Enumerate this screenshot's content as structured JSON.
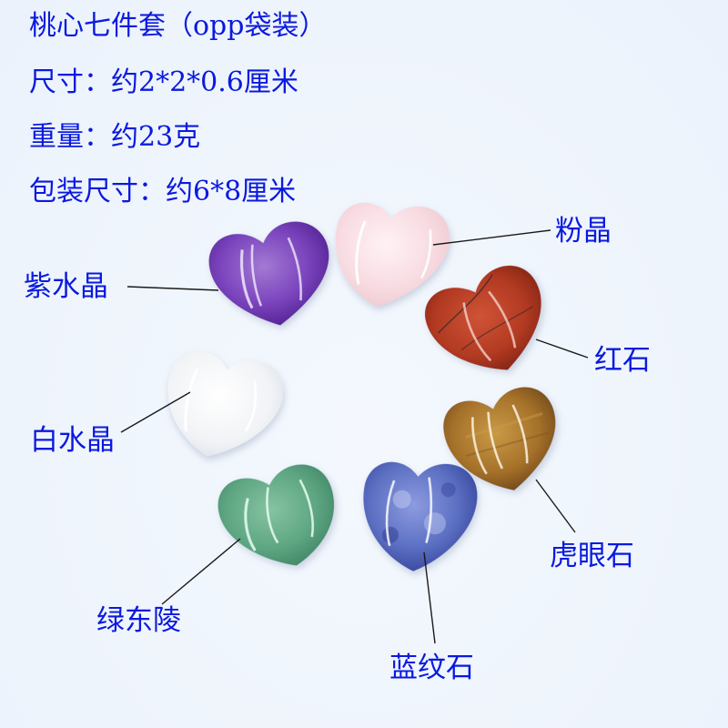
{
  "spec": {
    "title": "桃心七件套（opp袋装）",
    "size": "尺寸：约2*2*0.6厘米",
    "weight": "重量：约23克",
    "package_size": "包装尺寸：约6*8厘米"
  },
  "stones": [
    {
      "id": "amethyst",
      "label": "紫水晶",
      "color": "#7a3fb8"
    },
    {
      "id": "rose-quartz",
      "label": "粉晶",
      "color": "#f6dfe3"
    },
    {
      "id": "red-jasper",
      "label": "红石",
      "color": "#b63a22"
    },
    {
      "id": "clear-quartz",
      "label": "白水晶",
      "color": "#f3f4f6"
    },
    {
      "id": "tiger-eye",
      "label": "虎眼石",
      "color": "#a8732a"
    },
    {
      "id": "green-aventurine",
      "label": "绿东陵",
      "color": "#5fa683"
    },
    {
      "id": "sodalite",
      "label": "蓝纹石",
      "color": "#5a6fbf"
    }
  ],
  "colors": {
    "text": "#0a1adf",
    "background": "#f1f6fd",
    "leader_line": "#1a1a1a"
  }
}
